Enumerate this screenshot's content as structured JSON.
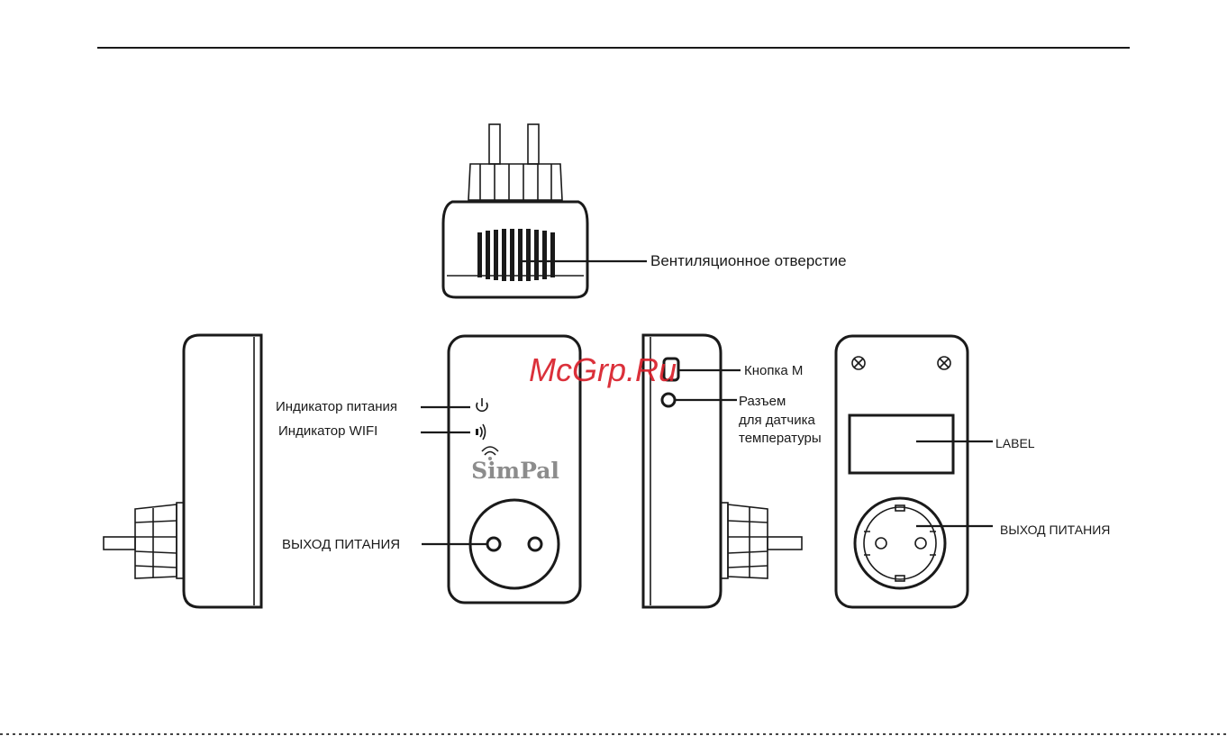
{
  "labels": {
    "vent": "Вентиляционное отверстие",
    "power_indicator": "Индикатор питания",
    "wifi_indicator": "Индикатор WIFI",
    "power_output_front": "ВЫХОД ПИТАНИЯ",
    "button_m": "Кнопка M",
    "sensor_line1": "Разъем",
    "sensor_line2": "для датчика",
    "sensor_line3": "температуры",
    "label_area": "LABEL",
    "power_output_back": "ВЫХОД ПИТАНИЯ"
  },
  "logo": {
    "text": "SimPal"
  },
  "watermark": {
    "text": "McGrp.Ru"
  },
  "colors": {
    "line": "#1a1a1a",
    "watermark": "#d81f2a",
    "logo": "#8c8c8c"
  }
}
